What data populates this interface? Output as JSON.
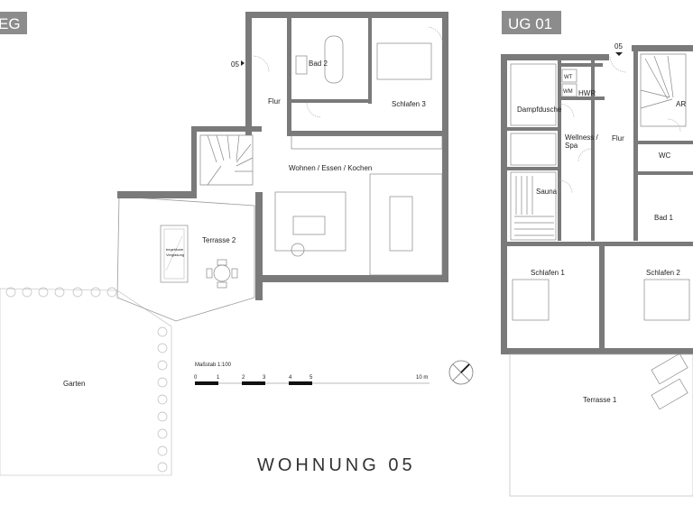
{
  "badges": {
    "left": "EG",
    "right": "UG 01"
  },
  "title": "WOHNUNG 05",
  "ground_floor": {
    "entrance": "05",
    "rooms": {
      "flur": "Flur",
      "bad2": "Bad 2",
      "schlafen3": "Schlafen 3",
      "wohnen": "Wohnen / Essen / Kochen",
      "terrasse2": "Terrasse 2",
      "garten": "Garten"
    },
    "glazing_note": [
      "begehbare",
      "Verglasung"
    ]
  },
  "basement": {
    "entrance": "05",
    "rooms": {
      "wt": "WT",
      "wm": "WM",
      "hwr": "HWR",
      "dampfdusche": "Dampfdusche",
      "wellness": [
        "Wellness /",
        "Spa"
      ],
      "flur": "Flur",
      "ar": "AR",
      "wc": "WC",
      "sauna": "Sauna",
      "bad1": "Bad 1",
      "schlafen1": "Schlafen 1",
      "schlafen2": "Schlafen 2",
      "terrasse1": "Terrasse 1"
    }
  },
  "scale": {
    "label": "Maßstab 1:100",
    "ticks": [
      "0",
      "1",
      "2",
      "3",
      "4",
      "5",
      "10 m"
    ]
  },
  "north_arrow": "compass-icon",
  "colors": {
    "walls": "#7a7a7a",
    "badge": "#8c8c8c"
  }
}
